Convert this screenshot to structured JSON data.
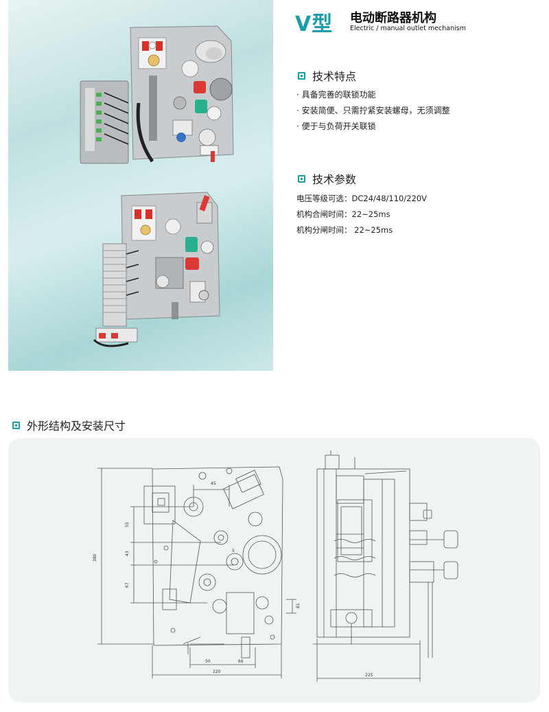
{
  "header": {
    "model": "V型",
    "title_cn": "电动断路器机构",
    "title_en": "Electric / manual outlet mechanism"
  },
  "features": {
    "heading": "技术特点",
    "items": [
      "具备完善的联锁功能",
      "安装简便、只需拧紧安装螺母，无须调整",
      "便于与负荷开关联锁"
    ]
  },
  "parameters": {
    "heading": "技术参数",
    "items": [
      "电压等级可选：DC24/48/110/220V",
      "机构合闸时间：22~25ms",
      "机构分闸时间： 22~25ms"
    ]
  },
  "drawing": {
    "heading": "外形结构及安装尺寸",
    "dims": {
      "top_45": "45",
      "left_55": "55",
      "left_43": "43",
      "left_67": "67",
      "height_380": "380",
      "small_5": "5",
      "right_81": "81",
      "bottom_50": "50",
      "bottom_66": "66",
      "width_220": "220",
      "side_225": "225"
    }
  },
  "colors": {
    "accent": "#1b9ea8",
    "photo_bg": "#c4e3e3",
    "drawing_bg": "#eef3f3"
  }
}
